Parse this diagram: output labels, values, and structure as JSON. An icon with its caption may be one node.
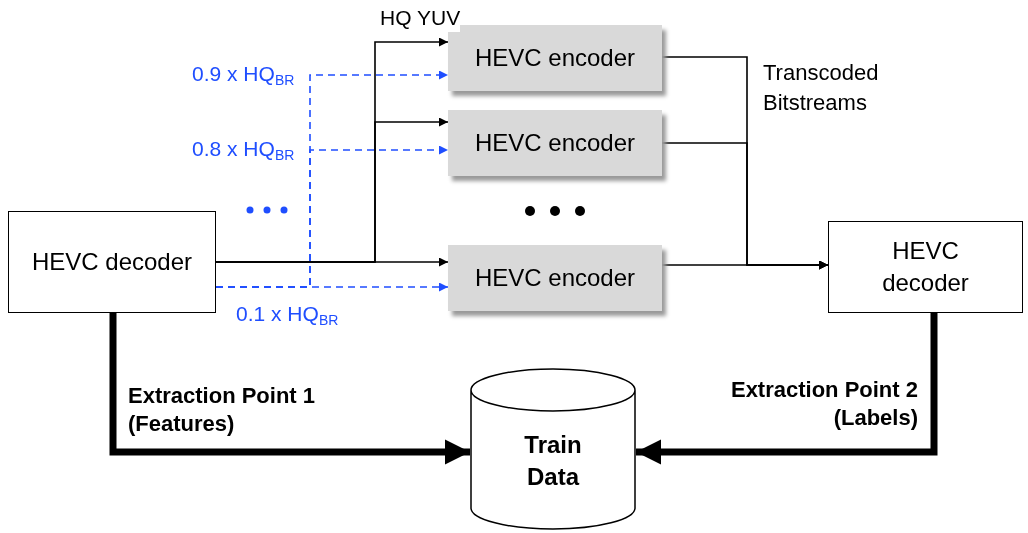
{
  "diagram": {
    "nodes": [
      {
        "text": [
          "HEVC decoder"
        ]
      },
      {
        "text": [
          "HEVC encoder"
        ]
      },
      {
        "text": [
          "HEVC encoder"
        ]
      },
      {
        "text": [
          "HEVC encoder"
        ]
      },
      {
        "text": [
          "HEVC decoder"
        ]
      },
      {
        "text": [
          "Train Data"
        ]
      }
    ],
    "edges": [
      {
        "from": 0,
        "to": 1,
        "arrow": "to",
        "label": "HQ YUV"
      },
      {
        "from": 0,
        "to": 2,
        "arrow": "to"
      },
      {
        "from": 0,
        "to": 3,
        "arrow": "to"
      },
      {
        "from": 0,
        "to": 1,
        "arrow": "to",
        "label": "0.9 x HQ$_{BR}$",
        "style": "dashed",
        "color": "#1f4eff"
      },
      {
        "from": 0,
        "to": 2,
        "arrow": "to",
        "label": "0.8 x HQ$_{BR}$",
        "style": "dashed",
        "color": "#1f4eff"
      },
      {
        "from": 0,
        "to": 3,
        "arrow": "to",
        "label": "0.1 x HQ$_{BR}$",
        "style": "dashed",
        "color": "#1f4eff"
      },
      {
        "from": 1,
        "to": 4,
        "arrow": "to"
      },
      {
        "from": 2,
        "to": 4,
        "arrow": "to"
      },
      {
        "from": 3,
        "to": 4,
        "arrow": "to"
      },
      {
        "from": 0,
        "to": 5,
        "arrow": "to",
        "label": "Extraction Point 1 (Features)",
        "style": "thick"
      },
      {
        "from": 4,
        "to": 5,
        "arrow": "to",
        "label": "Extraction Point 2 (Labels)",
        "style": "thick"
      }
    ],
    "labels": [
      "Transcoded Bitstreams"
    ]
  }
}
